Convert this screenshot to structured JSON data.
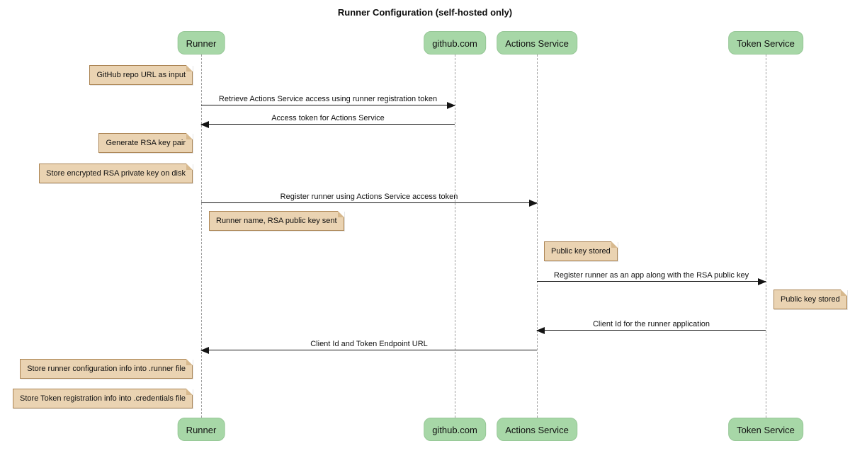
{
  "diagram": {
    "type": "sequence-diagram",
    "title": "Runner Configuration (self-hosted only)"
  },
  "colors": {
    "participant_fill": "#a7d7a7",
    "participant_border": "#96c796",
    "note_fill": "#ead3b2",
    "note_border": "#ab8453",
    "lifeline": "#a0a0a0",
    "arrow": "#141414",
    "background": "#ffffff"
  },
  "participants": [
    {
      "name": "Runner"
    },
    {
      "name": "github.com"
    },
    {
      "name": "Actions Service"
    },
    {
      "name": "Token Service"
    }
  ],
  "notes": [
    {
      "text": "GitHub repo URL as input",
      "position": "left of Runner"
    },
    {
      "text": "Generate RSA key pair",
      "position": "left of Runner"
    },
    {
      "text": "Store encrypted RSA private key on disk",
      "position": "left of Runner"
    },
    {
      "text": "Runner name, RSA public key sent",
      "position": "right of Runner"
    },
    {
      "text": "Public key stored",
      "position": "right of Actions Service"
    },
    {
      "text": "Public key stored",
      "position": "right of Token Service"
    },
    {
      "text": "Store runner configuration info into .runner file",
      "position": "left of Runner"
    },
    {
      "text": "Store Token registration info into .credentials file",
      "position": "left of Runner"
    }
  ],
  "messages": [
    {
      "text": "Retrieve Actions Service access using runner registration token",
      "from": "Runner",
      "to": "github.com"
    },
    {
      "text": "Access token for Actions Service",
      "from": "github.com",
      "to": "Runner"
    },
    {
      "text": "Register runner using Actions Service access token",
      "from": "Runner",
      "to": "Actions Service"
    },
    {
      "text": "Register runner as an app along with the RSA public key",
      "from": "Actions Service",
      "to": "Token Service"
    },
    {
      "text": "Client Id for the runner application",
      "from": "Token Service",
      "to": "Actions Service"
    },
    {
      "text": "Client Id and Token Endpoint URL",
      "from": "Actions Service",
      "to": "Runner"
    }
  ]
}
